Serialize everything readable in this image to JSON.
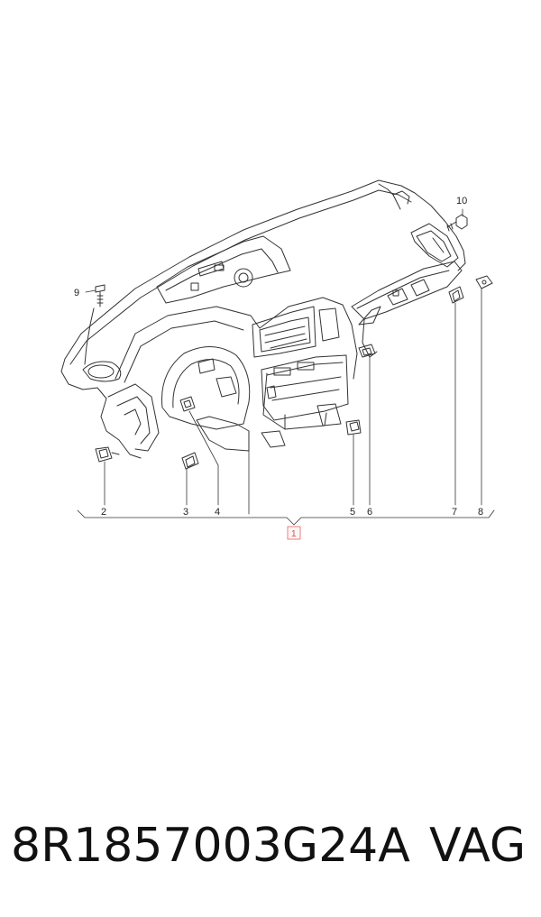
{
  "callouts": {
    "c1": "1",
    "c2": "2",
    "c3": "3",
    "c4": "4",
    "c5": "5",
    "c6": "6",
    "c7": "7",
    "c8": "8",
    "c9": "9",
    "c10": "10"
  },
  "caption": {
    "part_number": "8R1857003G24A",
    "brand": "VAG"
  },
  "colors": {
    "line": "#333333",
    "highlight": "#e88080"
  }
}
